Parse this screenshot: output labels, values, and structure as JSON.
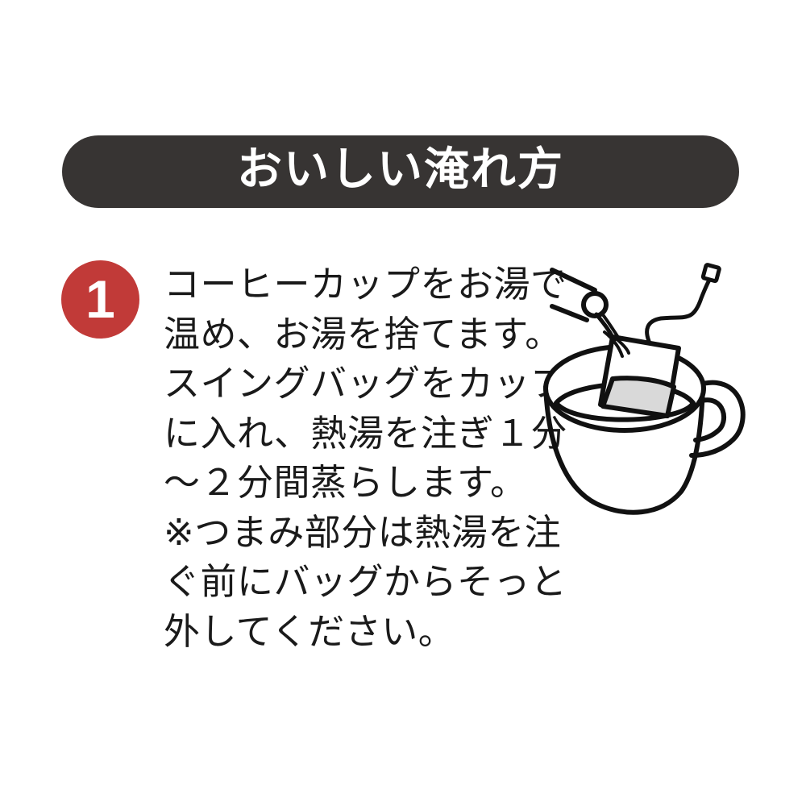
{
  "header": {
    "title": "おいしい淹れ方"
  },
  "step": {
    "number": "1",
    "badge_color": "#c13a38",
    "lines": [
      "コーヒーカップをお湯で",
      "温め、お湯を捨てます。",
      "スイングバッグをカップ",
      "に入れ、熱湯を注ぎ１分",
      "～２分間蒸らします。",
      "※つまみ部分は熱湯を注",
      "ぐ前にバッグからそっと",
      "外してください。"
    ]
  },
  "illustration": {
    "icon": "coffee-bag-in-cup-illustration",
    "bag_fill_color": "#d9d9d9",
    "line_color": "#111111"
  },
  "colors": {
    "banner_background": "#373433",
    "banner_text": "#ffffff",
    "body_text": "#1a1a1a",
    "page_background": "#ffffff"
  }
}
